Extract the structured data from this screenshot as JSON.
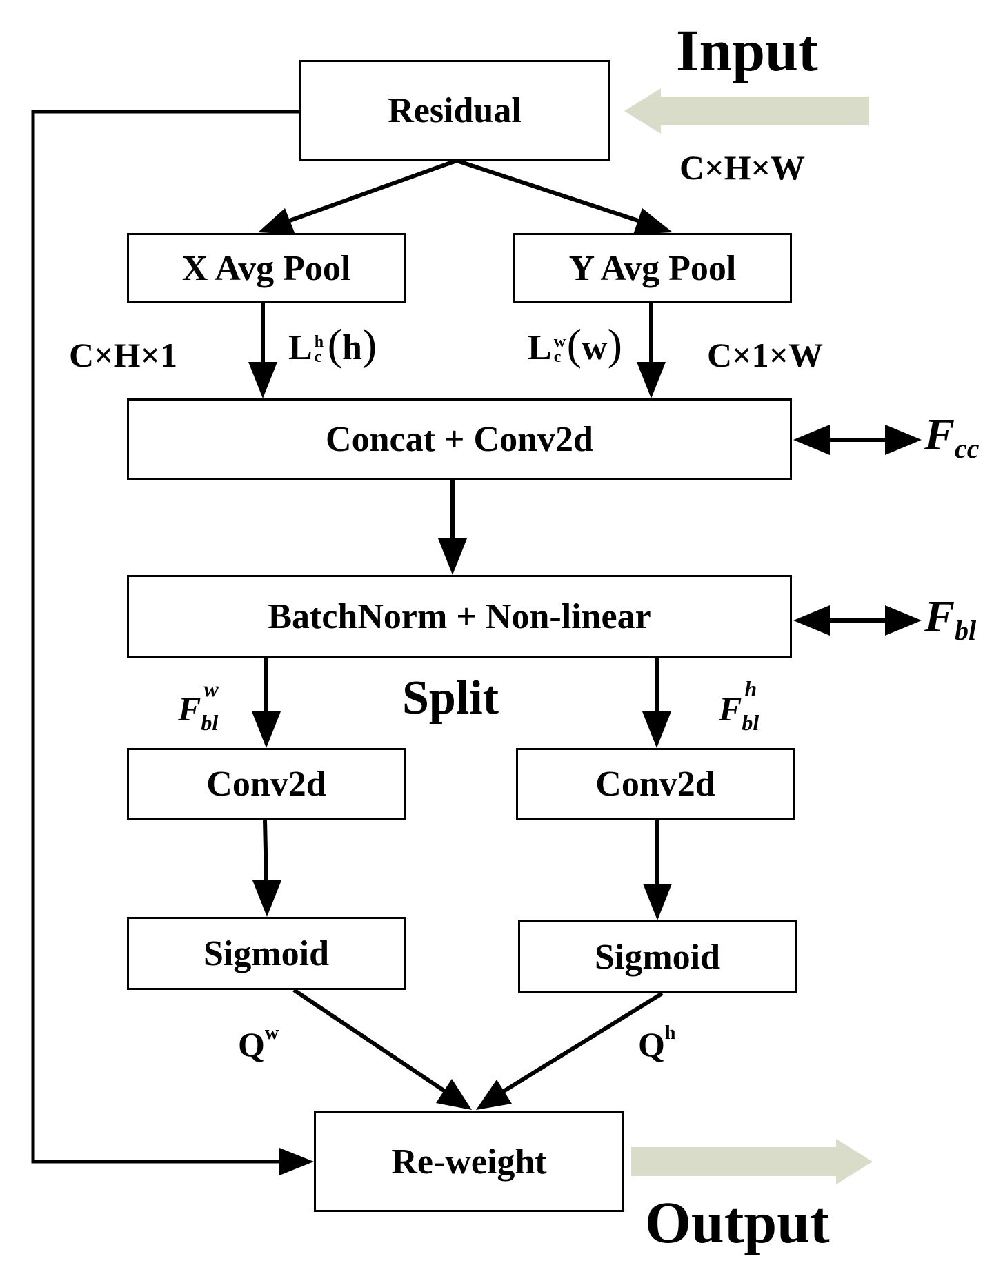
{
  "labels": {
    "input": "Input",
    "output": "Output",
    "input_dims": "C×H×W",
    "x_dims": "C×H×1",
    "y_dims": "C×1×W",
    "split": "Split"
  },
  "boxes": {
    "residual": "Residual",
    "x_avg_pool": "X Avg Pool",
    "y_avg_pool": "Y Avg Pool",
    "concat_conv": "Concat + Conv2d",
    "batchnorm": "BatchNorm + Non-linear",
    "conv_left": "Conv2d",
    "conv_right": "Conv2d",
    "sigmoid_left": "Sigmoid",
    "sigmoid_right": "Sigmoid",
    "reweight": "Re-weight"
  },
  "symbols": {
    "l_h": {
      "base": "L",
      "sup": "h",
      "sub": "c",
      "arg": "h"
    },
    "l_w": {
      "base": "L",
      "sup": "w",
      "sub": "c",
      "arg": "w"
    },
    "f_cc": {
      "base": "F",
      "sub": "cc"
    },
    "f_bl": {
      "base": "F",
      "sub": "bl"
    },
    "f_bl_w": {
      "base": "F",
      "sup": "w",
      "sub": "bl"
    },
    "f_bl_h": {
      "base": "F",
      "sup": "h",
      "sub": "bl"
    },
    "q_w": {
      "base": "Q",
      "sup": "w"
    },
    "q_h": {
      "base": "Q",
      "sup": "h"
    }
  },
  "colors": {
    "line": "#000000",
    "io_arrow": "#d9dcc8"
  }
}
